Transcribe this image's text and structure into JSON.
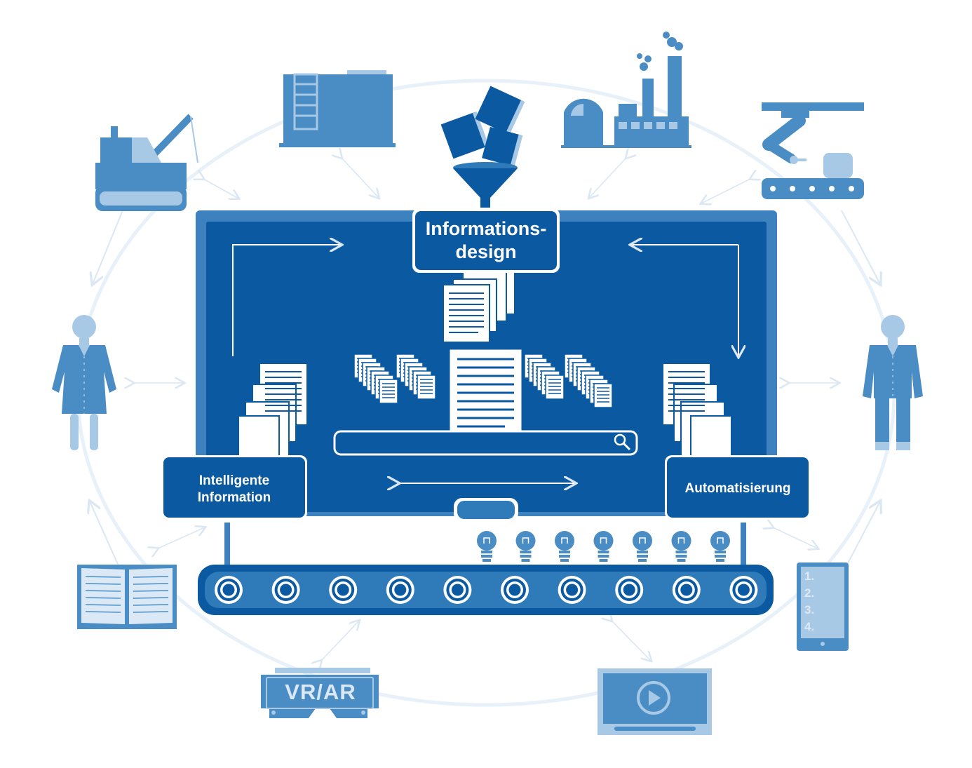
{
  "labels": {
    "informationsdesign_line1": "Informations-",
    "informationsdesign_line2": "design",
    "intelligente_line1": "Intelligente",
    "intelligente_line2": "Information",
    "automatisierung": "Automatisierung",
    "vr_ar": "VR/AR"
  },
  "tablet_list": [
    "1.",
    "2.",
    "3.",
    "4."
  ],
  "colors": {
    "primary_blue": "#0b5aa1",
    "mid_blue": "#2f7ab8",
    "icon_blue": "#4a8cc4",
    "light_blue": "#a8c9e6",
    "pale_blue": "#dbe9f7",
    "ring": "#e6f0f9"
  },
  "icons": [
    "crane-icon",
    "tank-icon",
    "documents-funnel-icon",
    "factory-icon",
    "robot-arm-icon",
    "woman-icon",
    "man-icon",
    "book-icon",
    "vr-headset-icon",
    "video-player-icon",
    "tablet-icon",
    "search-icon",
    "lightbulb-icon",
    "conveyor-belt-icon"
  ]
}
